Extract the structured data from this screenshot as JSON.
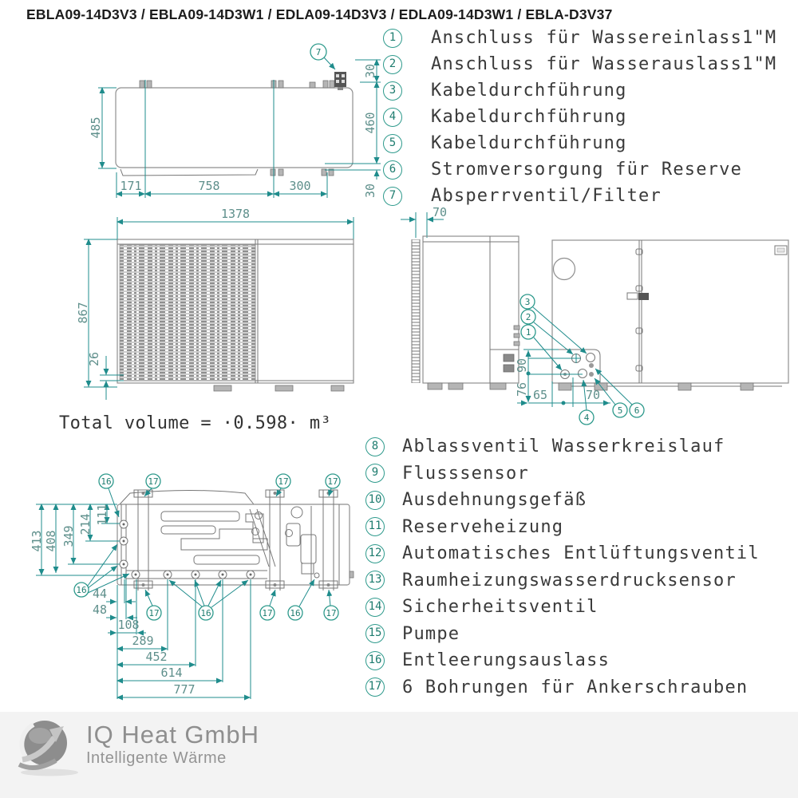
{
  "title": "EBLA09-14D3V3 / EBLA09-14D3W1 / EDLA09-14D3V3 / EDLA09-14D3W1 / EBLA-D3V37",
  "total_volume": "Total volume = ·0.598· m³",
  "colors": {
    "teal_line": "#1f8c8c",
    "callout_teal": "#2e9a8c",
    "outline_gray": "#8f8f8f",
    "dim_text": "#5e8f8b",
    "legend_text": "#3a3a3a"
  },
  "legend_top": [
    {
      "num": "1",
      "label": "Anschluss für Wassereinlass1\"M"
    },
    {
      "num": "2",
      "label": "Anschluss für Wasserauslass1\"M"
    },
    {
      "num": "3",
      "label": "Kabeldurchführung"
    },
    {
      "num": "4",
      "label": "Kabeldurchführung"
    },
    {
      "num": "5",
      "label": "Kabeldurchführung"
    },
    {
      "num": "6",
      "label": "Stromversorgung für Reserve"
    },
    {
      "num": "7",
      "label": "Absperrventil/Filter"
    }
  ],
  "legend_bottom": [
    {
      "num": "8",
      "label": "Ablassventil Wasserkreislauf"
    },
    {
      "num": "9",
      "label": "Flusssensor"
    },
    {
      "num": "10",
      "label": "Ausdehnungsgefäß"
    },
    {
      "num": "11",
      "label": "Reserveheizung"
    },
    {
      "num": "12",
      "label": "Automatisches Entlüftungsventil"
    },
    {
      "num": "13",
      "label": "Raumheizungswasserdrucksensor"
    },
    {
      "num": "14",
      "label": "Sicherheitsventil"
    },
    {
      "num": "15",
      "label": "Pumpe"
    },
    {
      "num": "16",
      "label": "Entleerungsauslass"
    },
    {
      "num": "17",
      "label": "6 Bohrungen für Ankerschrauben"
    }
  ],
  "callouts": {
    "n1": "1",
    "n2": "2",
    "n3": "3",
    "n4": "4",
    "n5": "5",
    "n6": "6",
    "n7": "7",
    "n16": "16",
    "n17": "17"
  },
  "dims": {
    "top_view": {
      "d485": "485",
      "d30a": "30",
      "d460": "460",
      "d30b": "30",
      "d171": "171",
      "d758": "758",
      "d300": "300"
    },
    "front_view": {
      "d1378": "1378",
      "d867": "867",
      "d26": "26"
    },
    "side_view": {
      "d70": "70"
    },
    "rear_view": {
      "d90": "90",
      "d76": "76",
      "d65": "65",
      "d70": "70"
    },
    "bottom_view": {
      "d413": "413",
      "d408": "408",
      "d349": "349",
      "d214": "214",
      "d111": "111",
      "d44": "44",
      "d48": "48",
      "d108": "108",
      "d289": "289",
      "d452": "452",
      "d614": "614",
      "d777": "777"
    }
  },
  "footer": {
    "company": "IQ Heat GmbH",
    "tagline": "Intelligente Wärme"
  }
}
